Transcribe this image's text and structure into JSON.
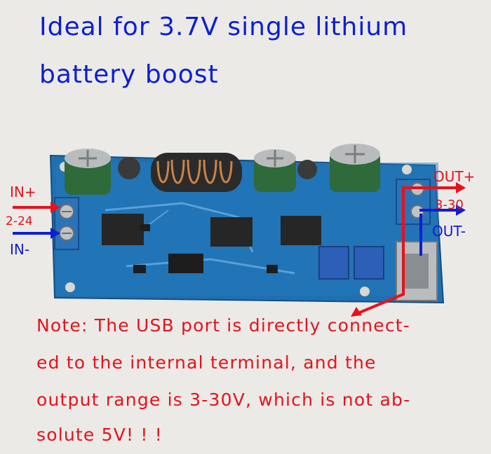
{
  "title": {
    "line1": "Ideal for 3.7V single lithium",
    "line2": "battery boost"
  },
  "labels": {
    "in_plus": "IN+",
    "in_range": "2-24",
    "in_minus": "IN-",
    "out_plus": "OUT+",
    "out_range": "3-30",
    "out_minus": "OUT-"
  },
  "note": {
    "line1": "Note: The USB port is directly connect-",
    "line2": "ed to the internal terminal, and the",
    "line3": "output range is 3-30V, which is not ab-",
    "line4": "solute 5V! ! !"
  },
  "colors": {
    "title": "#0a1fd6",
    "note": "#e8111b",
    "pcb": "#1e6fae"
  }
}
